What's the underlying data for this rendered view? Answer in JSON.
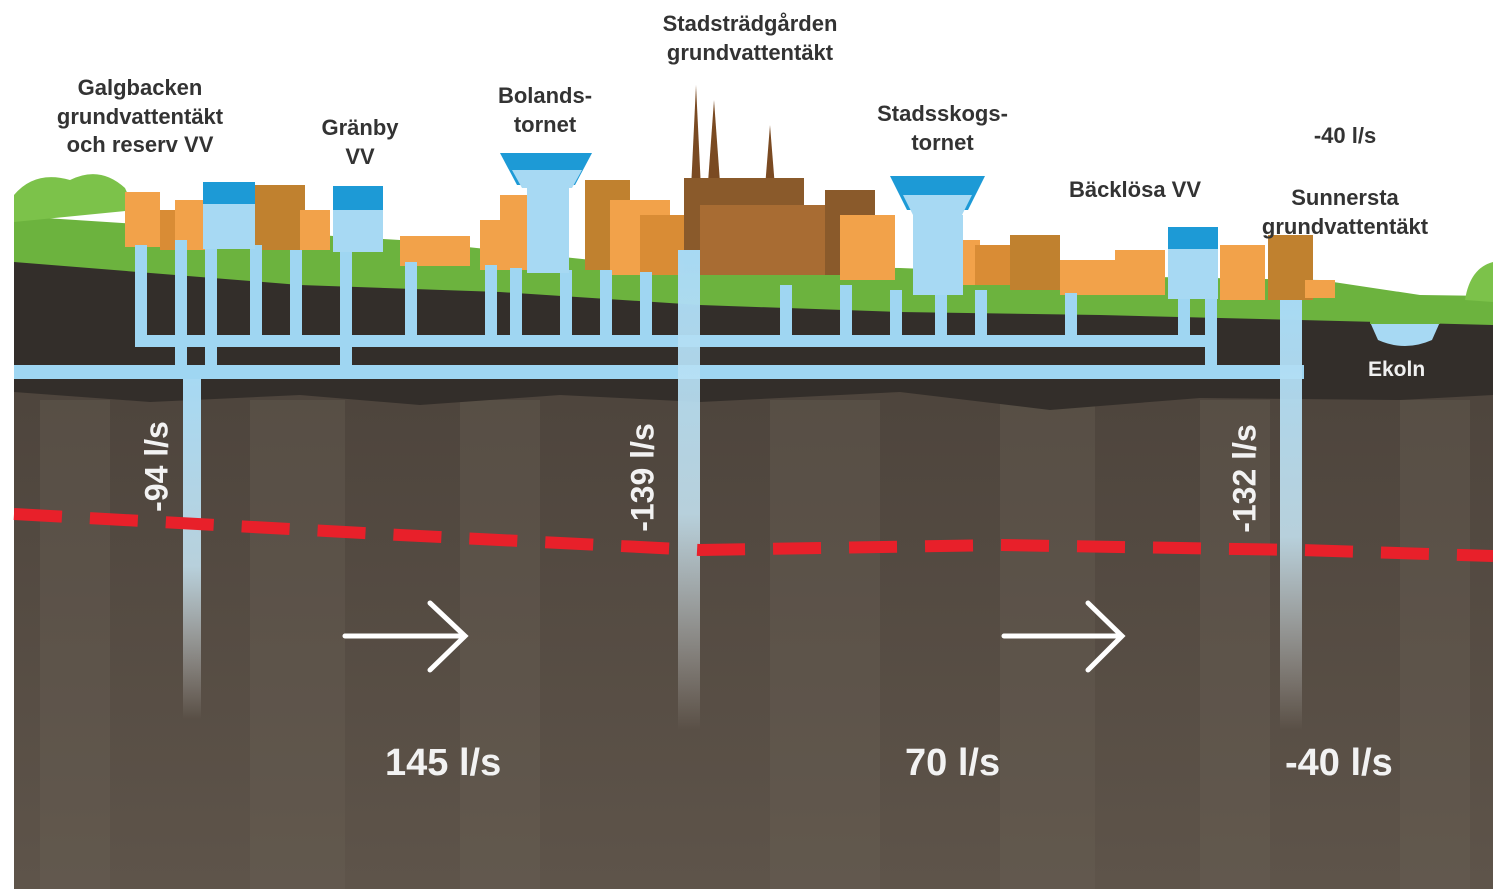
{
  "labels": {
    "galgbacken": "Galgbacken\ngrundvattentäkt\noch reserv VV",
    "granby": "Gränby\nVV",
    "bolandstornet": "Bolands-\ntornet",
    "stadstradgarden": "Stadsträdgården\ngrundvattentäkt",
    "stadsskogstornet": "Stadsskogs-\ntornet",
    "backlosa": "Bäcklösa VV",
    "sunnersta": "Sunnersta\ngrundvattentäkt",
    "sunnersta_flow": "-40 l/s",
    "ekoln": "Ekoln"
  },
  "wells": {
    "galgbacken": "-94 l/s",
    "stadstradgarden": "-139 l/s",
    "sunnersta": "-132 l/s"
  },
  "flows": {
    "west": "145 l/s",
    "middle": "70 l/s",
    "east": "-40 l/s"
  },
  "colors": {
    "sky": "#ffffff",
    "grass": "#6cb33e",
    "soil_top": "#3b3531",
    "soil_deep": "#5b5148",
    "water": "#9fd6f2",
    "tank": "#1d9ad6",
    "building": "#f2a24a",
    "building_dark": "#c0812f",
    "cathedral": "#8a5a2b",
    "groundwater_line": "#e8202a"
  }
}
